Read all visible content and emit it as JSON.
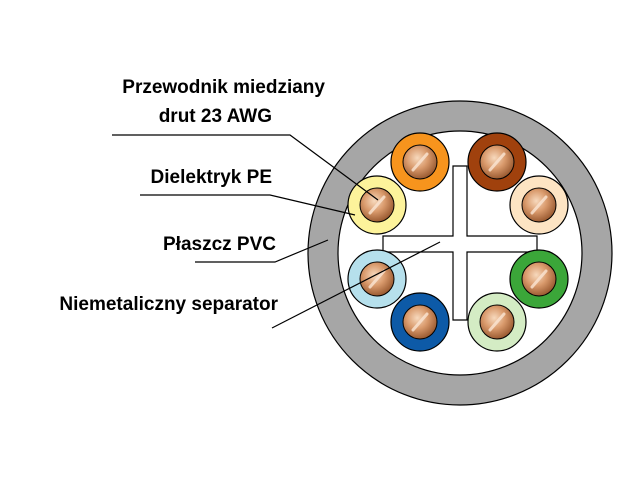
{
  "labels": {
    "conductor_line1": "Przewodnik miedziany",
    "conductor_line2": "drut 23 AWG",
    "dielectric": "Dielektryk PE",
    "jacket": "Płaszcz PVC",
    "separator": "Niemetaliczny separator"
  },
  "colors": {
    "jacket_outer": "#a6a6a6",
    "jacket_inner": "#ffffff",
    "outline": "#000000",
    "copper_light": "#f3c9a8",
    "copper_mid": "#cf8b5e",
    "copper_dark": "#8a4a22"
  },
  "wires": [
    {
      "name": "wire-orange",
      "insulation": "#f7941d"
    },
    {
      "name": "wire-brown",
      "insulation": "#a0410d"
    },
    {
      "name": "wire-yellow",
      "insulation": "#fdf39b"
    },
    {
      "name": "wire-light-orange",
      "insulation": "#fde4c3"
    },
    {
      "name": "wire-light-blue",
      "insulation": "#b6e0ec"
    },
    {
      "name": "wire-green",
      "insulation": "#3ba639"
    },
    {
      "name": "wire-blue",
      "insulation": "#0d5aa7"
    },
    {
      "name": "wire-light-green",
      "insulation": "#d4ecc4"
    }
  ]
}
